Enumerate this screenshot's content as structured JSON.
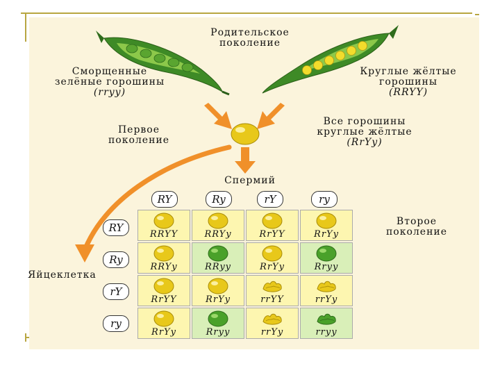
{
  "title": {
    "line1": "Родительское",
    "line2": "поколение"
  },
  "parents": {
    "left": {
      "line1": "Сморщенные",
      "line2": "зелёные горошины",
      "genotype": "(rryy)"
    },
    "right": {
      "line1": "Круглые жёлтые",
      "line2": "горошины",
      "genotype": "(RRYY)"
    }
  },
  "f1": {
    "label_line1": "Первое",
    "label_line2": "поколение",
    "desc_line1": "Все горошины",
    "desc_line2": "круглые жёлтые",
    "genotype": "(RrYy)"
  },
  "sperm_label": "Спермий",
  "egg_label": "Яйцеклетка",
  "f2": {
    "line1": "Второе",
    "line2": "поколение"
  },
  "sperm_gametes": [
    "RY",
    "Ry",
    "rY",
    "ry"
  ],
  "egg_gametes": [
    "RY",
    "Ry",
    "rY",
    "ry"
  ],
  "punnett": [
    [
      {
        "g": "RRYY",
        "t": "yr"
      },
      {
        "g": "RRYy",
        "t": "yr"
      },
      {
        "g": "RrYY",
        "t": "yr"
      },
      {
        "g": "RrYy",
        "t": "yr"
      }
    ],
    [
      {
        "g": "RRYy",
        "t": "yr"
      },
      {
        "g": "RRyy",
        "t": "gr"
      },
      {
        "g": "RrYy",
        "t": "yr"
      },
      {
        "g": "Rryy",
        "t": "gr"
      }
    ],
    [
      {
        "g": "RrYY",
        "t": "yr"
      },
      {
        "g": "RrYy",
        "t": "yr"
      },
      {
        "g": "rrYY",
        "t": "yw"
      },
      {
        "g": "rrYy",
        "t": "yw"
      }
    ],
    [
      {
        "g": "RrYy",
        "t": "yr"
      },
      {
        "g": "Rryy",
        "t": "gr"
      },
      {
        "g": "rrYy",
        "t": "yw"
      },
      {
        "g": "rryy",
        "t": "gw"
      }
    ]
  ],
  "colors": {
    "yellow_cell_bg": "#fdf6b0",
    "green_cell_bg": "#d9efb8",
    "yellow_pea": "#e8c81a",
    "green_pea": "#4aa12a",
    "arrow": "#f0902a",
    "frame": "#b8a640"
  }
}
